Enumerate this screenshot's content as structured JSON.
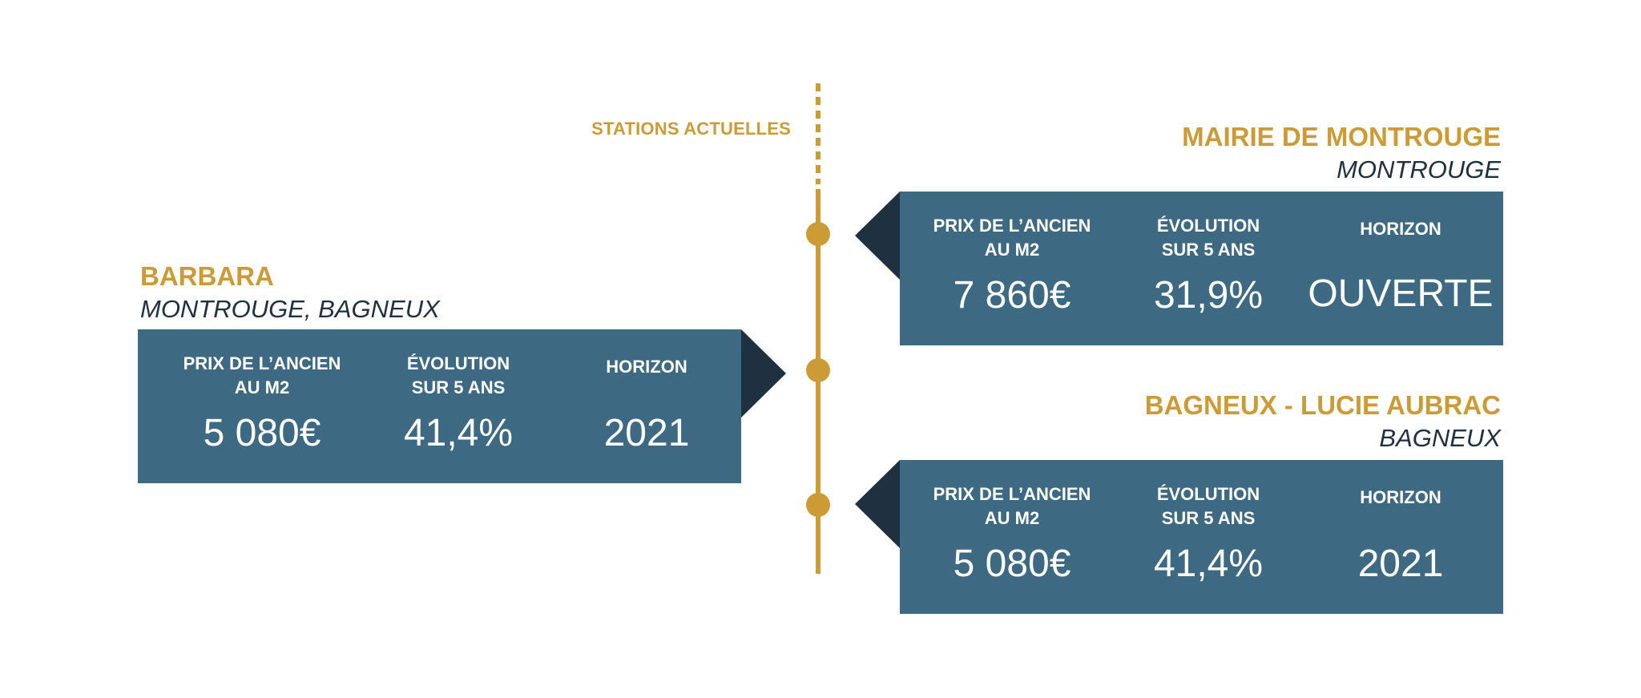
{
  "legend": "STATIONS ACTUELLES",
  "colors": {
    "accent": "#cc9b36",
    "card": "#3d6a82",
    "dark": "#1f3040"
  },
  "stations": {
    "barbara": {
      "name": "BARBARA",
      "city": "MONTROUGE, BAGNEUX",
      "price_label": "PRIX DE L’ANCIEN\nAU M2",
      "price_value": "5 080€",
      "evolution_label": "ÉVOLUTION\nSUR 5 ANS",
      "evolution_value": "41,4%",
      "horizon_label": "HORIZON",
      "horizon_value": "2021"
    },
    "mairie": {
      "name": "MAIRIE DE MONTROUGE",
      "city": "MONTROUGE",
      "price_label": "PRIX DE L’ANCIEN\nAU M2",
      "price_value": "7 860€",
      "evolution_label": "ÉVOLUTION\nSUR 5 ANS",
      "evolution_value": "31,9%",
      "horizon_label": "HORIZON",
      "horizon_value": "OUVERTE"
    },
    "bagneux": {
      "name": "BAGNEUX - LUCIE AUBRAC",
      "city": "BAGNEUX",
      "price_label": "PRIX DE L’ANCIEN\nAU M2",
      "price_value": "5 080€",
      "evolution_label": "ÉVOLUTION\nSUR 5 ANS",
      "evolution_value": "41,4%",
      "horizon_label": "HORIZON",
      "horizon_value": "2021"
    }
  }
}
